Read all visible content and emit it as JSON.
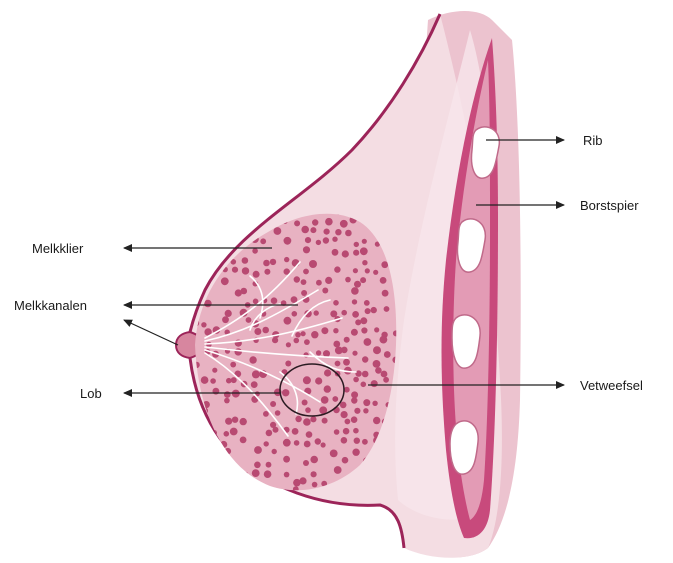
{
  "labels": {
    "rib": "Rib",
    "pectoral_muscle": "Borstspier",
    "mammary_gland": "Melkklier",
    "milk_ducts": "Melkkanalen",
    "lobe": "Lob",
    "fatty_tissue": "Vetweefsel"
  },
  "colors": {
    "skin_outline": "#9c2459",
    "skin_fill": "#f4dde3",
    "chest_wall": "#ecc3cf",
    "muscle": "#c84a7c",
    "muscle_light": "#e39bb5",
    "gland_fill": "#e8b2c2",
    "dots": "#b84a72",
    "ducts": "#ffffff",
    "bone": "#ffffff",
    "arrow": "#222222"
  }
}
